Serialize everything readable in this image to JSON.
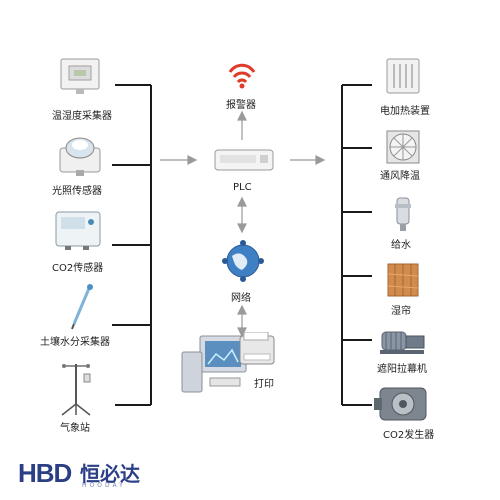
{
  "sensors": [
    {
      "label": "温湿度采集器",
      "icon": "temperature-humidity-sensor-icon"
    },
    {
      "label": "光照传感器",
      "icon": "light-sensor-icon"
    },
    {
      "label": "CO2传感器",
      "icon": "co2-sensor-icon"
    },
    {
      "label": "土壤水分采集器",
      "icon": "soil-moisture-probe-icon"
    },
    {
      "label": "气象站",
      "icon": "weather-station-icon"
    }
  ],
  "center": {
    "alarm": {
      "label": "报警器",
      "icon": "alarm-icon"
    },
    "plc": {
      "label": "PLC",
      "icon": "plc-icon"
    },
    "network": {
      "label": "网络",
      "icon": "network-globe-icon"
    },
    "print": {
      "label": "打印",
      "icon": "computer-printer-icon"
    }
  },
  "actuators": [
    {
      "label": "电加热装置",
      "icon": "electric-heater-icon"
    },
    {
      "label": "通风降温",
      "icon": "ventilation-fan-icon"
    },
    {
      "label": "给水",
      "icon": "water-pump-icon"
    },
    {
      "label": "湿帘",
      "icon": "wet-curtain-icon"
    },
    {
      "label": "遮阳拉幕机",
      "icon": "shade-motor-icon"
    },
    {
      "label": "CO2发生器",
      "icon": "co2-generator-icon"
    }
  ],
  "brand": {
    "mark": "HBD",
    "name_cn": "恒必达",
    "name_en": "HOODAY"
  },
  "colors": {
    "line": "#1a1a1a",
    "arrow": "#9a9a9a",
    "brand": "#2b3f86",
    "alarm": "#e03a2a"
  }
}
